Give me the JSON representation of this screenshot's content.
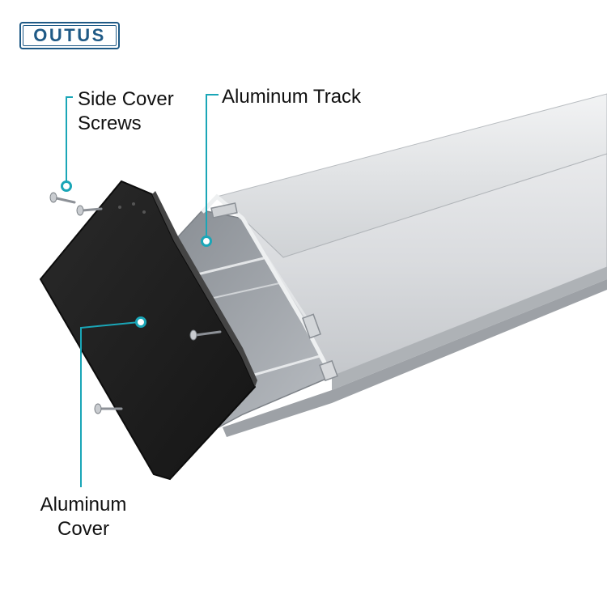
{
  "brand": {
    "logo_text": "OUTUS",
    "color": "#1f5a86"
  },
  "callout_color": "#1aa6b7",
  "labels": {
    "side_cover_screws": [
      "Side Cover",
      "Screws"
    ],
    "aluminum_track": "Aluminum Track",
    "aluminum_cover": [
      "Aluminum",
      "Cover"
    ]
  }
}
